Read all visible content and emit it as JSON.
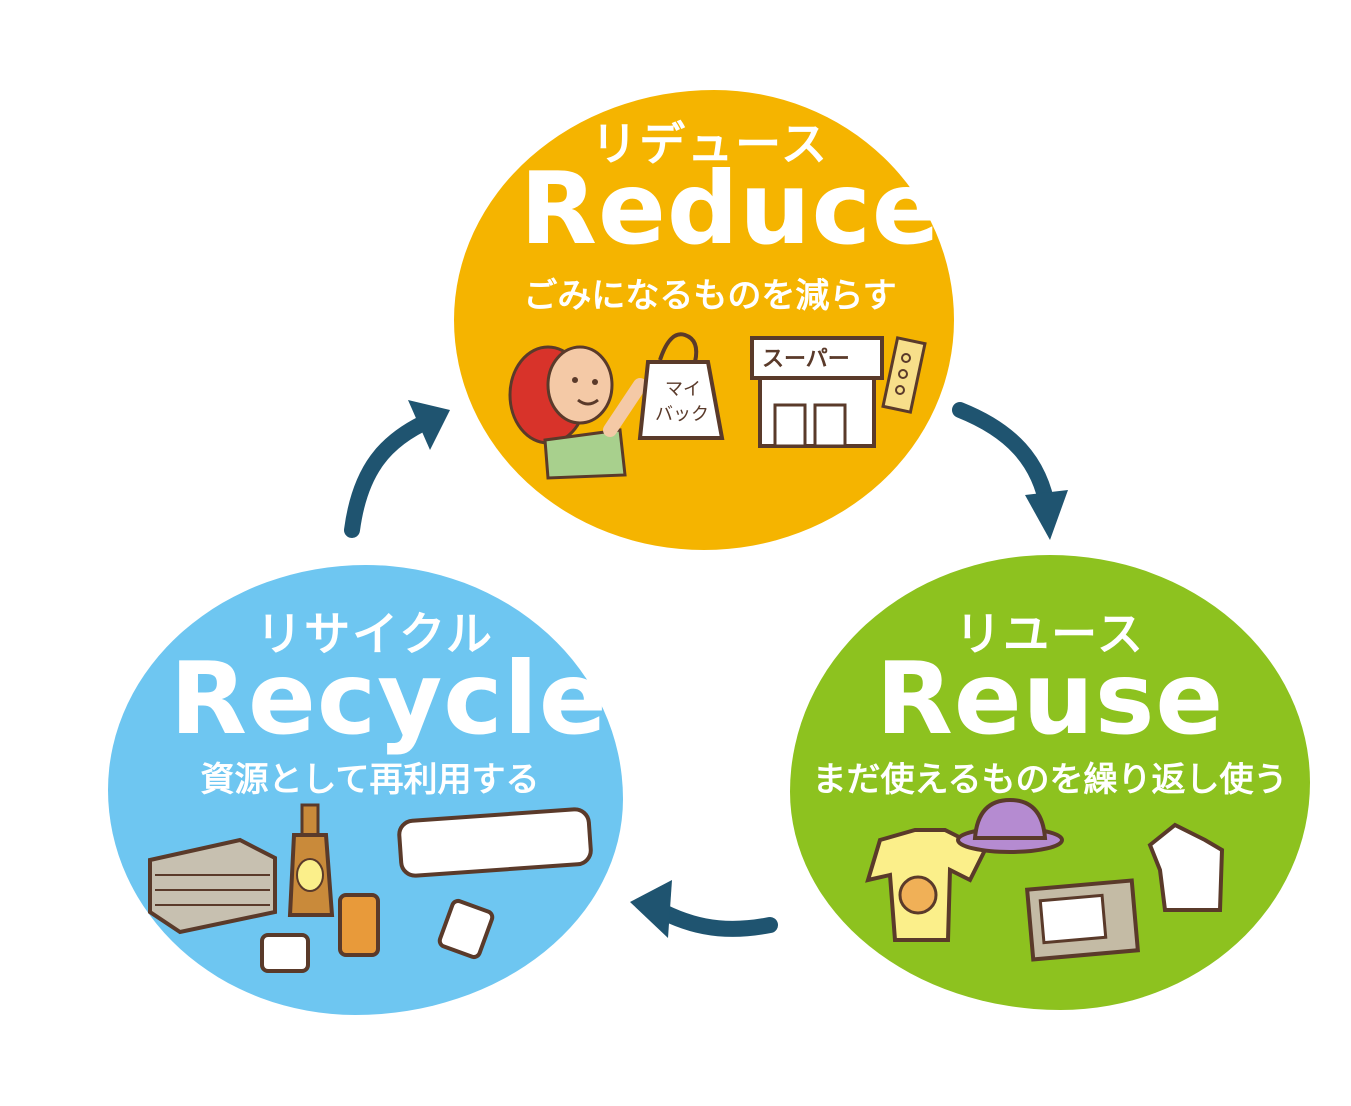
{
  "reduce": {
    "kana": "リデュース",
    "english": "Reduce",
    "description": "ごみになるものを減らす",
    "bag_text_line1": "マイ",
    "bag_text_line2": "バック",
    "store_sign": "スーパー",
    "color": "#f5b400"
  },
  "reuse": {
    "kana": "リユース",
    "english": "Reuse",
    "description": "まだ使えるものを繰り返し使う",
    "color": "#8dc21f"
  },
  "recycle": {
    "kana": "リサイクル",
    "english": "Recycle",
    "description": "資源として再利用する",
    "color": "#6ec6f1"
  },
  "arrow_color": "#1f5470"
}
